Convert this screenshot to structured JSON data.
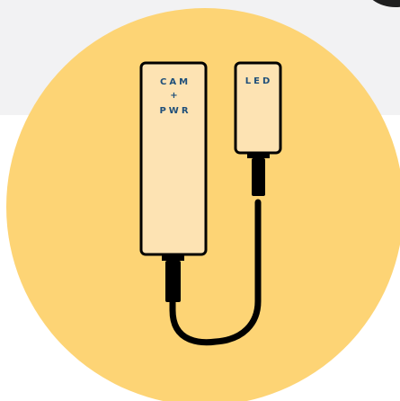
{
  "badge": {
    "circle_color": "#fdd475",
    "background_band_color": "#f2f2f3",
    "module_fill_color": "#fde3b3",
    "outline_color": "#000000",
    "label_color": "#1f4f7a"
  },
  "cam_module": {
    "label_line1": "CAM",
    "label_line2": "+",
    "label_line3": "PWR"
  },
  "led_module": {
    "label": "LED"
  },
  "icons": {
    "cable": "cable-icon",
    "cam_module": "cam-pwr-module-icon",
    "led_module": "led-module-icon"
  }
}
